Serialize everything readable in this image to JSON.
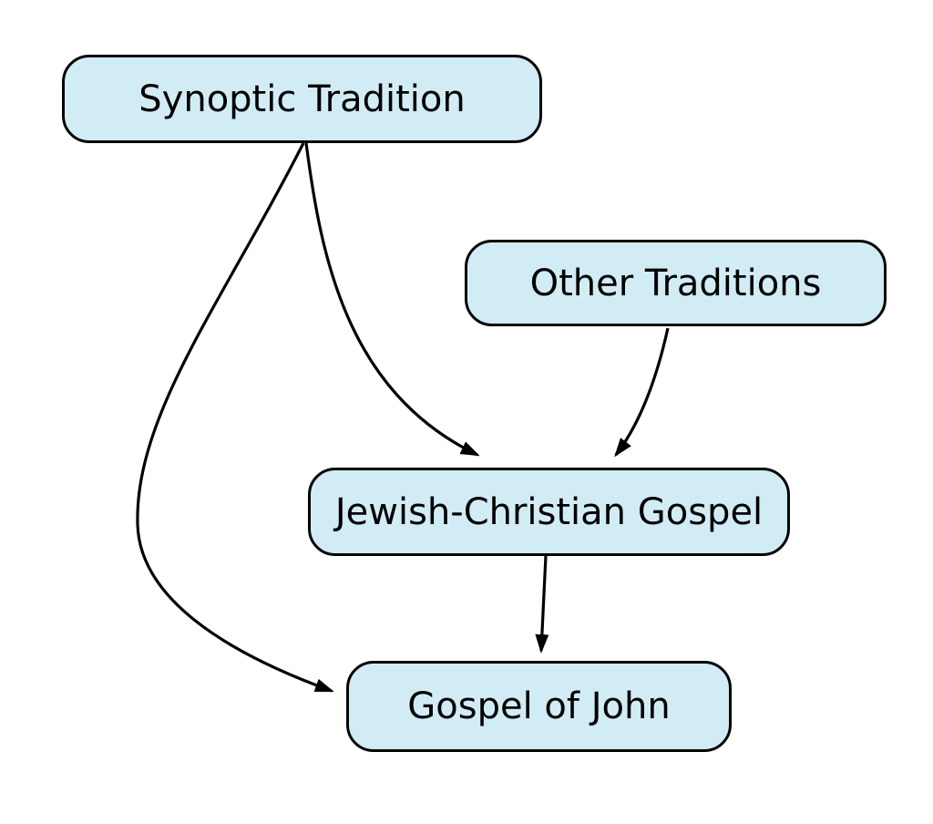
{
  "diagram": {
    "type": "flowchart",
    "background_color": "#ffffff",
    "node_fill_color": "#d2ecf5",
    "node_border_color": "#000000",
    "edge_color": "#000000",
    "nodes": [
      {
        "id": "synoptic-tradition",
        "label": "Synoptic Tradition"
      },
      {
        "id": "other-traditions",
        "label": "Other Traditions"
      },
      {
        "id": "jewish-christian-gospel",
        "label": "Jewish-Christian Gospel"
      },
      {
        "id": "gospel-of-john",
        "label": "Gospel of John"
      }
    ],
    "edges": [
      {
        "from": "synoptic-tradition",
        "to": "jewish-christian-gospel"
      },
      {
        "from": "synoptic-tradition",
        "to": "gospel-of-john"
      },
      {
        "from": "other-traditions",
        "to": "jewish-christian-gospel"
      },
      {
        "from": "jewish-christian-gospel",
        "to": "gospel-of-john"
      }
    ]
  }
}
